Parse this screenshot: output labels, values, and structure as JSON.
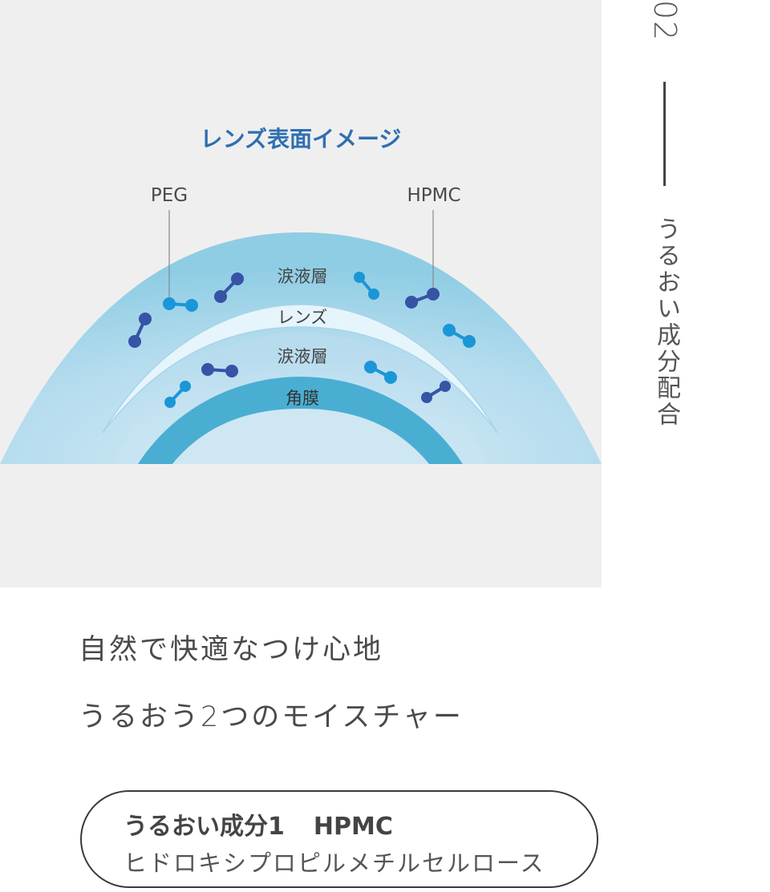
{
  "diagram": {
    "title": "レンズ表面イメージ",
    "labels": {
      "peg": "PEG",
      "hpmc": "HPMC",
      "tear_layer_outer": "涙液層",
      "lens": "レンズ",
      "tear_layer_inner": "涙液層",
      "cornea": "角膜"
    },
    "colors": {
      "outer_dome": "#8fcde4",
      "lens_band": "#e4f4fa",
      "cornea": "#4badd2",
      "title": "#2f6fb0",
      "molecule_dark": "#3653a6",
      "molecule_light": "#1b96d6"
    }
  },
  "section": {
    "number": "02",
    "title": "うるおい成分配合"
  },
  "headline": {
    "line1": "自然で快適なつけ心地",
    "line2": "うるおう2つのモイスチャー"
  },
  "ingredient": {
    "label": "うるおい成分1",
    "name": "HPMC",
    "full_name": "ヒドロキシプロピルメチルセルロース"
  }
}
